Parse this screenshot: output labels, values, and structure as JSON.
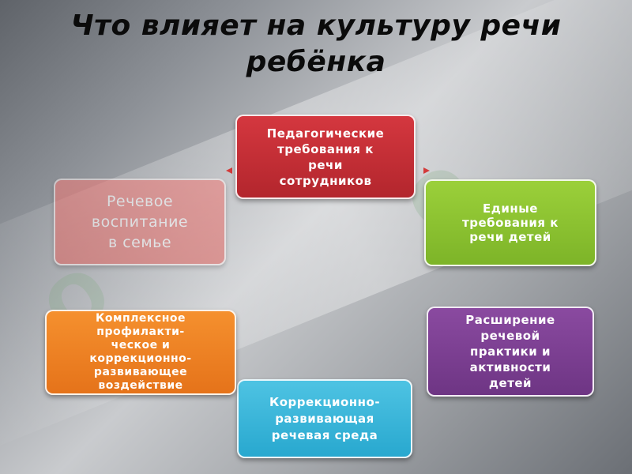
{
  "slide": {
    "title_line1": "Что влияет на культуру речи",
    "title_line2": "ребёнка"
  },
  "diagram": {
    "nodes": [
      {
        "id": "pedagogical",
        "color": "#c9303a",
        "lines": [
          "Педагогические",
          "требования к",
          "речи",
          "сотрудников"
        ]
      },
      {
        "id": "unified",
        "color": "#8cc63f",
        "lines": [
          "Единые",
          "требования к",
          "речи детей"
        ]
      },
      {
        "id": "practice",
        "color": "#7b3f92",
        "lines": [
          "Расширение",
          "речевой",
          "практики и",
          "активности",
          "детей"
        ]
      },
      {
        "id": "environment",
        "color": "#3bb6dc",
        "lines": [
          "Коррекционно-",
          "развивающая",
          "речевая среда"
        ]
      },
      {
        "id": "impact",
        "color": "#f08224",
        "lines": [
          "Комплексное",
          "профилакти-",
          "ческое и",
          "коррекционно-",
          "развивающее",
          "воздействие"
        ]
      },
      {
        "id": "family",
        "color": "#ee6f6b",
        "lines": [
          "Речевое",
          "воспитание",
          "в семье"
        ]
      }
    ]
  }
}
